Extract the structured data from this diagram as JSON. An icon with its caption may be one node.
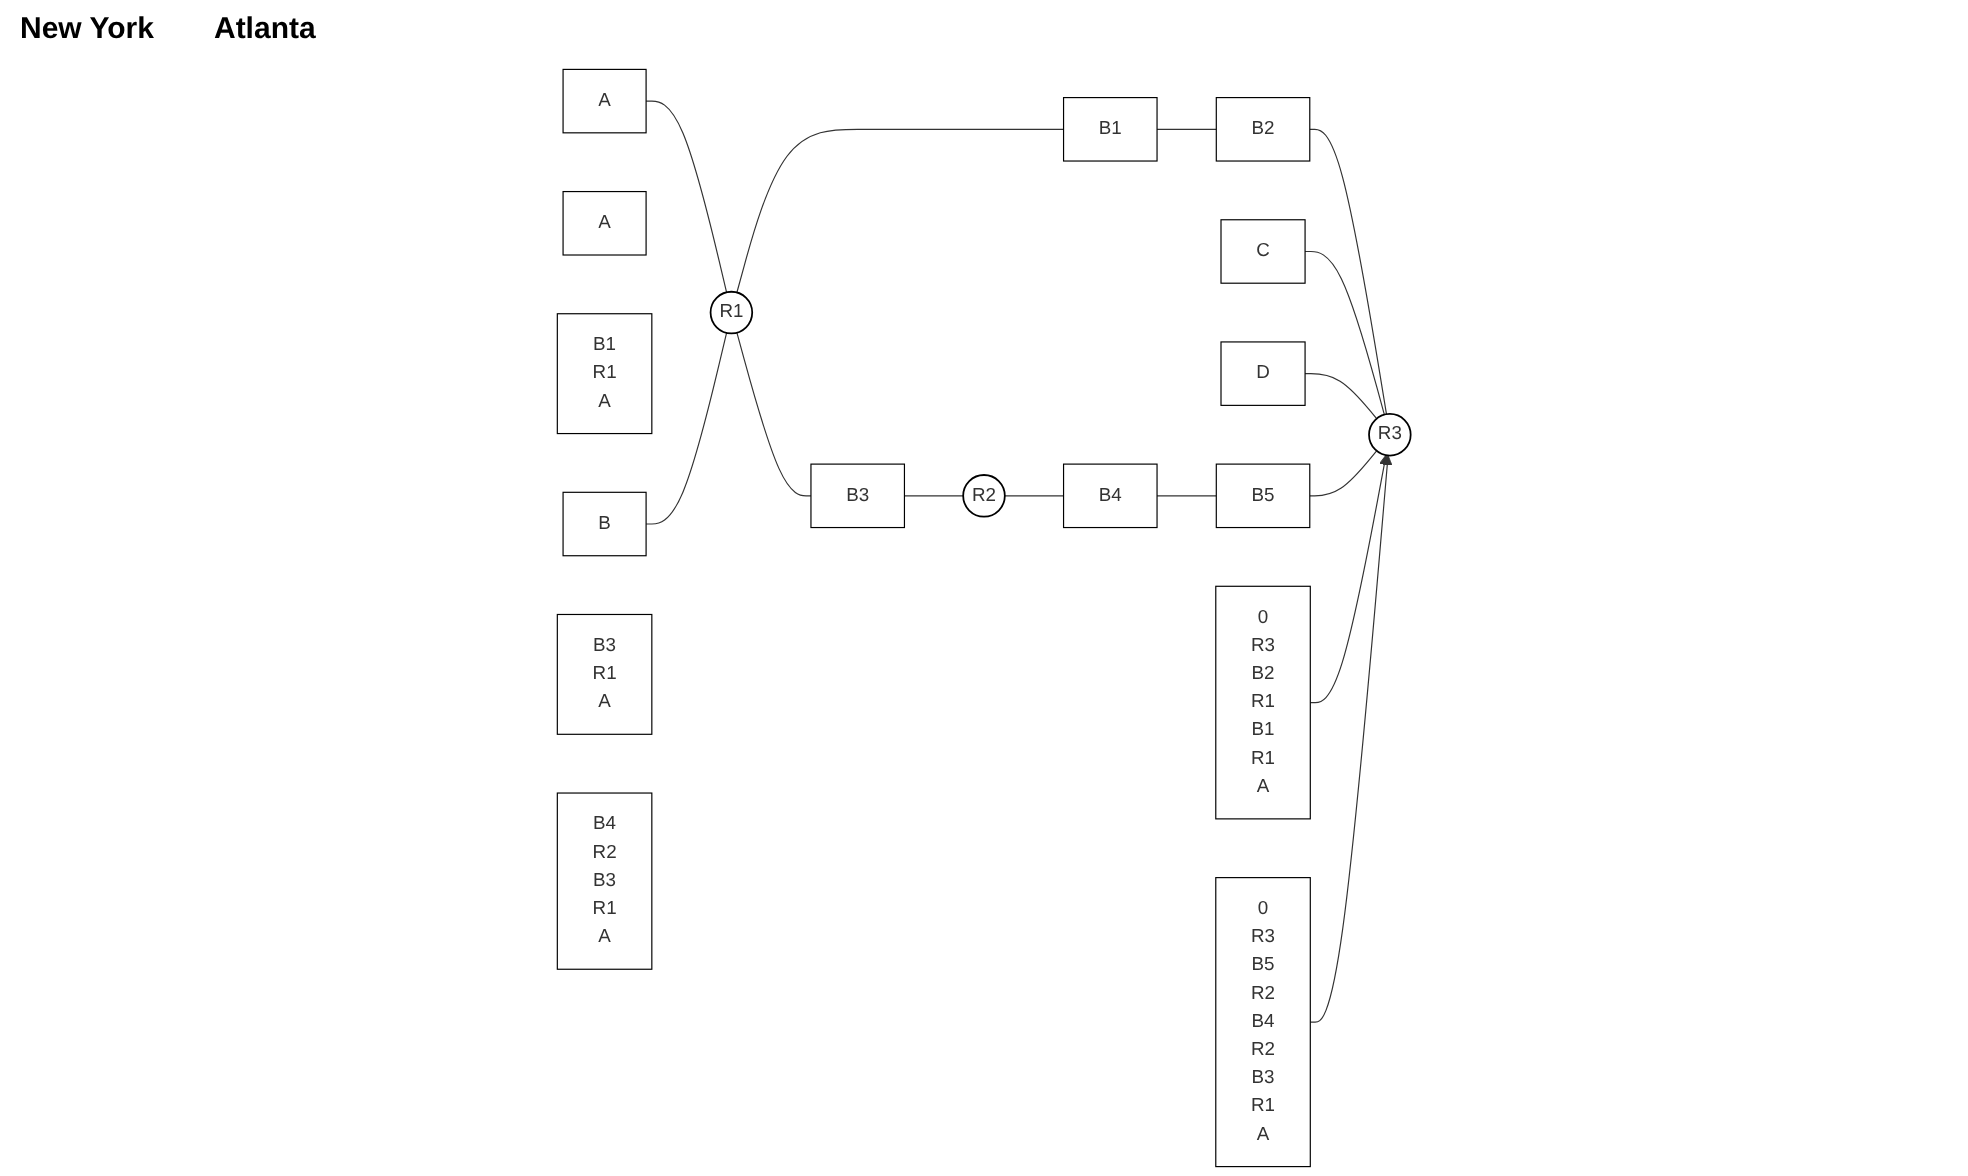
{
  "diagram": {
    "nodes": [
      {
        "text": [
          "0",
          "R3",
          "B2",
          "R1",
          "B1",
          "R1",
          "A"
        ]
      },
      {
        "text": [
          "A"
        ]
      },
      {
        "text": [
          "C"
        ]
      },
      {
        "text": [
          "A"
        ]
      },
      {
        "text": [
          "B1",
          "R1",
          "A"
        ]
      },
      {
        "text": [
          "B"
        ]
      },
      {
        "text": [
          "R1"
        ]
      },
      {
        "text": [
          "B1"
        ]
      },
      {
        "text": [
          "B2"
        ]
      },
      {
        "text": [
          "R3"
        ]
      },
      {
        "text": [
          "D"
        ]
      },
      {
        "text": [
          "B3"
        ]
      },
      {
        "text": [
          "B5"
        ]
      },
      {
        "text": [
          "0",
          "R3",
          "B5",
          "R2",
          "B4",
          "R2",
          "B3",
          "R1",
          "A"
        ]
      },
      {
        "text": [
          "B3",
          "R1",
          "A"
        ]
      },
      {
        "text": [
          "R2"
        ]
      },
      {
        "text": [
          "B4"
        ]
      },
      {
        "text": [
          "B4",
          "R2",
          "B3",
          "R1",
          "A"
        ]
      }
    ],
    "edges": [
      {
        "from": 1,
        "to": 6,
        "arrow": "none"
      },
      {
        "from": 5,
        "to": 6,
        "arrow": "none"
      },
      {
        "from": 6,
        "to": 7,
        "arrow": "none"
      },
      {
        "from": 7,
        "to": 8,
        "arrow": "none"
      },
      {
        "from": 8,
        "to": 9,
        "arrow": "none"
      },
      {
        "from": 2,
        "to": 9,
        "arrow": "none"
      },
      {
        "from": 10,
        "to": 9,
        "arrow": "none"
      },
      {
        "from": 6,
        "to": 11,
        "arrow": "none"
      },
      {
        "from": 11,
        "to": 15,
        "arrow": "none"
      },
      {
        "from": 15,
        "to": 16,
        "arrow": "none"
      },
      {
        "from": 16,
        "to": 12,
        "arrow": "none"
      },
      {
        "from": 12,
        "to": 9,
        "arrow": "none"
      },
      {
        "from": 0,
        "to": 9,
        "arrow": "to"
      },
      {
        "from": 13,
        "to": 9,
        "arrow": "to"
      }
    ],
    "labels": [
      "New York",
      "Atlanta"
    ]
  }
}
